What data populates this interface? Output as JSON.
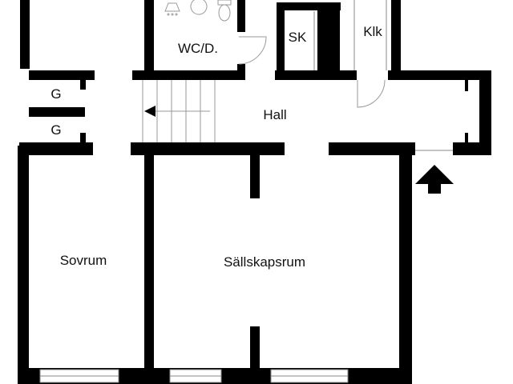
{
  "rooms": {
    "wc": "WC/D.",
    "sk": "SK",
    "klk": "Klk",
    "closet_upper": "G",
    "closet_lower": "G",
    "hall": "Hall",
    "sovrum": "Sovrum",
    "sallskapsrum": "Sällskapsrum"
  },
  "colors": {
    "wall": "#000000",
    "thin_line": "#888888",
    "background": "#ffffff"
  },
  "icons": [
    "entrance-arrow-icon",
    "stair-direction-arrow-icon",
    "toilet-icon",
    "sink-icon",
    "shower-icon"
  ]
}
